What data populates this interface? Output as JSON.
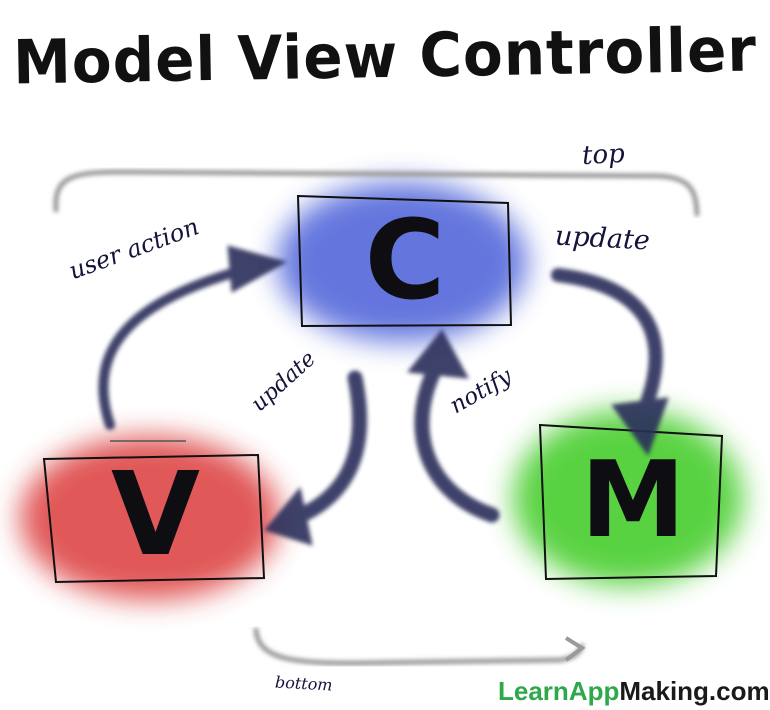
{
  "title": "Model View Controller",
  "labels": {
    "top": "top",
    "bottom": "bottom",
    "user_action": "user action",
    "update_controller_to_model": "update",
    "update_controller_to_view": "update",
    "notify": "notify"
  },
  "boxes": {
    "controller": {
      "letter": "C",
      "color": "#3b4fd6"
    },
    "view": {
      "letter": "V",
      "color": "#d92a2a"
    },
    "model": {
      "letter": "M",
      "color": "#34c41c"
    }
  },
  "brand": {
    "learn": "Learn",
    "app": "App",
    "rest": "Making.com",
    "color": "#2ea84a"
  }
}
